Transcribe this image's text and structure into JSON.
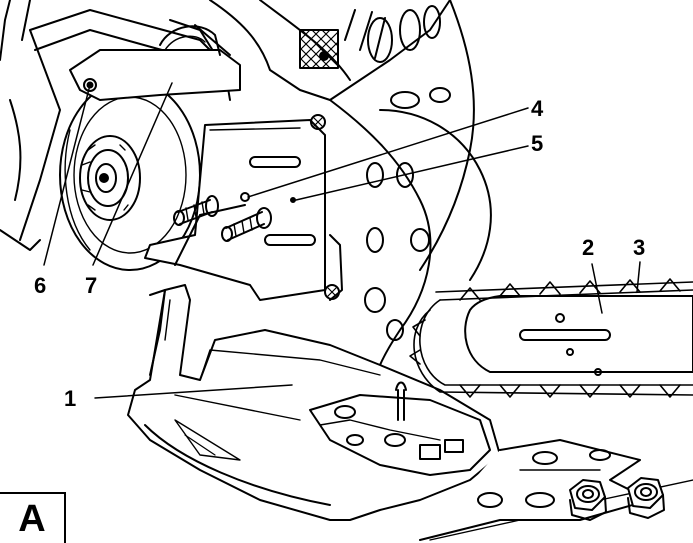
{
  "panel": {
    "letter": "A"
  },
  "callouts": [
    {
      "id": "1",
      "part": "guide-bar-cover"
    },
    {
      "id": "2",
      "part": "guide-bar"
    },
    {
      "id": "3",
      "part": "saw-chain"
    },
    {
      "id": "4",
      "part": "chain-tensioner-screw"
    },
    {
      "id": "5",
      "part": "chain-tensioner-plate"
    },
    {
      "id": "6",
      "part": "retaining-screw"
    },
    {
      "id": "7",
      "part": "clutch-cover-bracket"
    }
  ],
  "colors": {
    "ink": "#000000",
    "paper": "#ffffff",
    "shade": "#d9d9d9"
  }
}
